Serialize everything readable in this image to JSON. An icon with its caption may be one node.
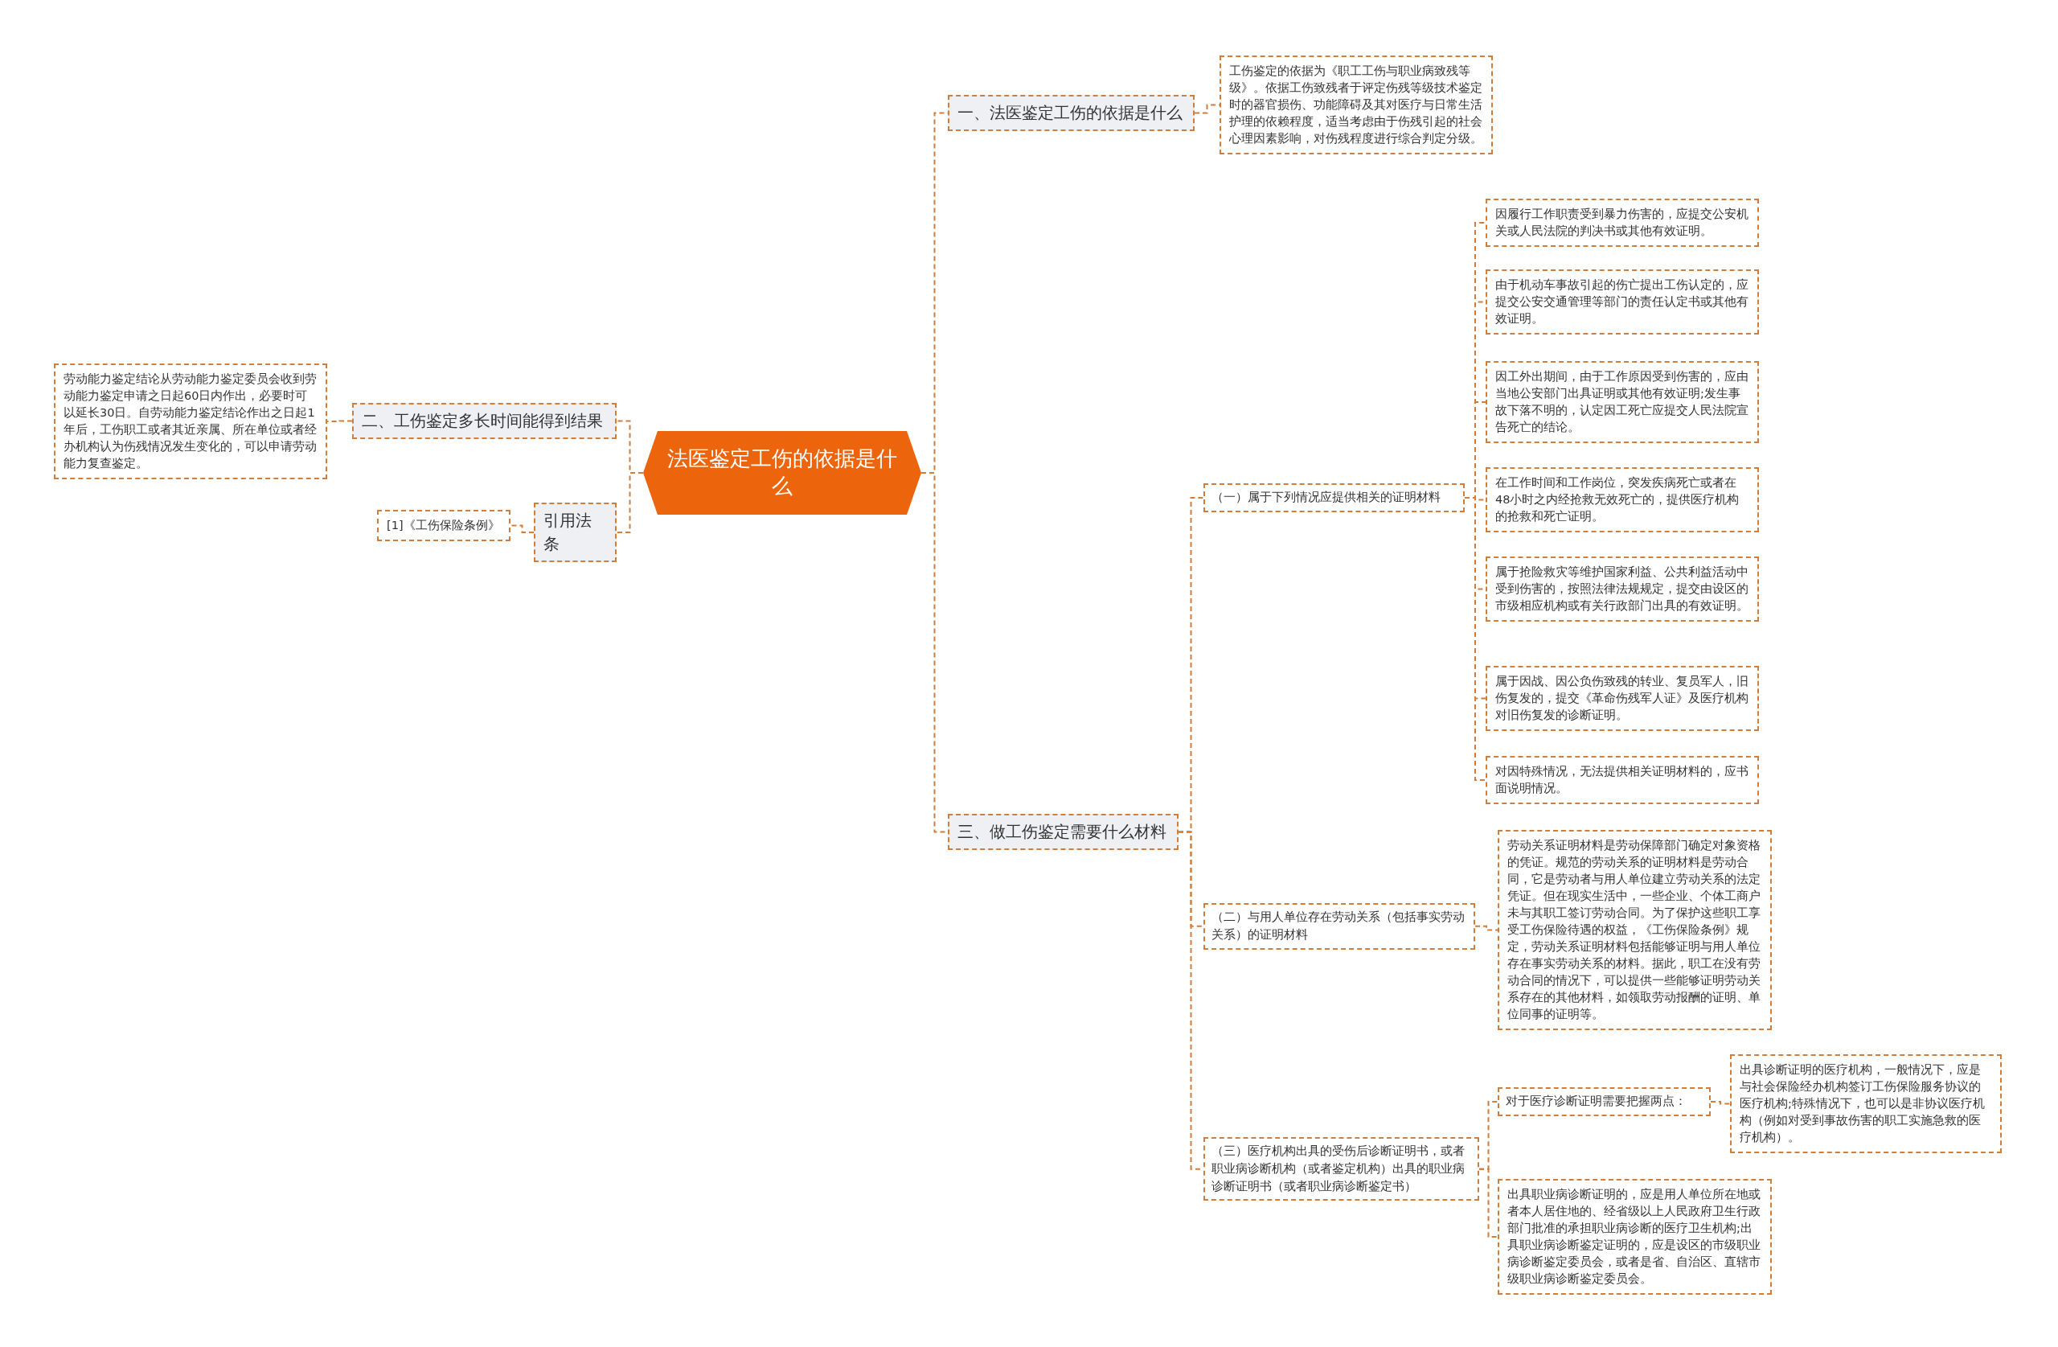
{
  "diagram": {
    "nodes": [
      {
        "text": [
          "法医鉴定工伤的依据是什么"
        ]
      },
      {
        "text": [
          "一、法医鉴定工伤的依据是什么"
        ]
      },
      {
        "text": [
          "工伤鉴定的依据为《职工工伤与职业病致残等级》。依据工伤致残者于评定伤残等级技术鉴定时的器官损伤、功能障碍及其对医疗与日常生活护理的依赖程度，适当考虑由于伤残引起的社会心理因素影响，对伤残程度进行综合判定分级。"
        ]
      },
      {
        "text": [
          "二、工伤鉴定多长时间能得到结果"
        ]
      },
      {
        "text": [
          "劳动能力鉴定结论从劳动能力鉴定委员会收到劳动能力鉴定申请之日起60日内作出，必要时可以延长30日。自劳动能力鉴定结论作出之日起1年后，工伤职工或者其近亲属、所在单位或者经办机构认为伤残情况发生变化的，可以申请劳动能力复查鉴定。"
        ]
      },
      {
        "text": [
          "引用法条"
        ]
      },
      {
        "text": [
          "[1]《工伤保险条例》"
        ]
      },
      {
        "text": [
          "三、做工伤鉴定需要什么材料"
        ]
      },
      {
        "text": [
          "（一）属于下列情况应提供相关的证明材料"
        ]
      },
      {
        "text": [
          "因履行工作职责受到暴力伤害的，应提交公安机关或人民法院的判决书或其他有效证明。"
        ]
      },
      {
        "text": [
          "由于机动车事故引起的伤亡提出工伤认定的，应提交公安交通管理等部门的责任认定书或其他有效证明。"
        ]
      },
      {
        "text": [
          "因工外出期间，由于工作原因受到伤害的，应由当地公安部门出具证明或其他有效证明;发生事故下落不明的，认定因工死亡应提交人民法院宣告死亡的结论。"
        ]
      },
      {
        "text": [
          "在工作时间和工作岗位，突发疾病死亡或者在48小时之内经抢救无效死亡的，提供医疗机构的抢救和死亡证明。"
        ]
      },
      {
        "text": [
          "属于抢险救灾等维护国家利益、公共利益活动中受到伤害的，按照法律法规规定，提交由设区的市级相应机构或有关行政部门出具的有效证明。"
        ]
      },
      {
        "text": [
          "属于因战、因公负伤致残的转业、复员军人，旧伤复发的，提交《革命伤残军人证》及医疗机构对旧伤复发的诊断证明。"
        ]
      },
      {
        "text": [
          "对因特殊情况，无法提供相关证明材料的，应书面说明情况。"
        ]
      },
      {
        "text": [
          "（二）与用人单位存在劳动关系（包括事实劳动关系）的证明材料"
        ]
      },
      {
        "text": [
          "劳动关系证明材料是劳动保障部门确定对象资格的凭证。规范的劳动关系的证明材料是劳动合同，它是劳动者与用人单位建立劳动关系的法定凭证。但在现实生活中，一些企业、个体工商户未与其职工签订劳动合同。为了保护这些职工享受工伤保险待遇的权益，《工伤保险条例》规定，劳动关系证明材料包括能够证明与用人单位存在事实劳动关系的材料。据此，职工在没有劳动合同的情况下，可以提供一些能够证明劳动关系存在的其他材料，如领取劳动报酬的证明、单位同事的证明等。"
        ]
      },
      {
        "text": [
          "（三）医疗机构出具的受伤后诊断证明书，或者职业病诊断机构（或者鉴定机构）出具的职业病诊断证明书（或者职业病诊断鉴定书）"
        ]
      },
      {
        "text": [
          "对于医疗诊断证明需要把握两点："
        ]
      },
      {
        "text": [
          "出具诊断证明的医疗机构，一般情况下，应是与社会保险经办机构签订工伤保险服务协议的医疗机构;特殊情况下，也可以是非协议医疗机构（例如对受到事故伤害的职工实施急救的医疗机构）。"
        ]
      },
      {
        "text": [
          "出具职业病诊断证明的，应是用人单位所在地或者本人居住地的、经省级以上人民政府卫生行政部门批准的承担职业病诊断的医疗卫生机构;出具职业病诊断鉴定证明的，应是设区的市级职业病诊断鉴定委员会，或者是省、自治区、直辖市级职业病诊断鉴定委员会。"
        ]
      }
    ],
    "edges": [
      {
        "from": 0,
        "to": 1,
        "arrow": "none"
      },
      {
        "from": 1,
        "to": 2,
        "arrow": "none"
      },
      {
        "from": 0,
        "to": 3,
        "arrow": "none"
      },
      {
        "from": 3,
        "to": 4,
        "arrow": "none"
      },
      {
        "from": 0,
        "to": 5,
        "arrow": "none"
      },
      {
        "from": 5,
        "to": 6,
        "arrow": "none"
      },
      {
        "from": 0,
        "to": 7,
        "arrow": "none"
      },
      {
        "from": 7,
        "to": 8,
        "arrow": "none"
      },
      {
        "from": 8,
        "to": 9,
        "arrow": "none"
      },
      {
        "from": 8,
        "to": 10,
        "arrow": "none"
      },
      {
        "from": 8,
        "to": 11,
        "arrow": "none"
      },
      {
        "from": 8,
        "to": 12,
        "arrow": "none"
      },
      {
        "from": 8,
        "to": 13,
        "arrow": "none"
      },
      {
        "from": 8,
        "to": 14,
        "arrow": "none"
      },
      {
        "from": 8,
        "to": 15,
        "arrow": "none"
      },
      {
        "from": 7,
        "to": 16,
        "arrow": "none"
      },
      {
        "from": 16,
        "to": 17,
        "arrow": "none"
      },
      {
        "from": 7,
        "to": 18,
        "arrow": "none"
      },
      {
        "from": 18,
        "to": 19,
        "arrow": "none"
      },
      {
        "from": 19,
        "to": 20,
        "arrow": "none"
      },
      {
        "from": 18,
        "to": 21,
        "arrow": "none"
      }
    ]
  }
}
